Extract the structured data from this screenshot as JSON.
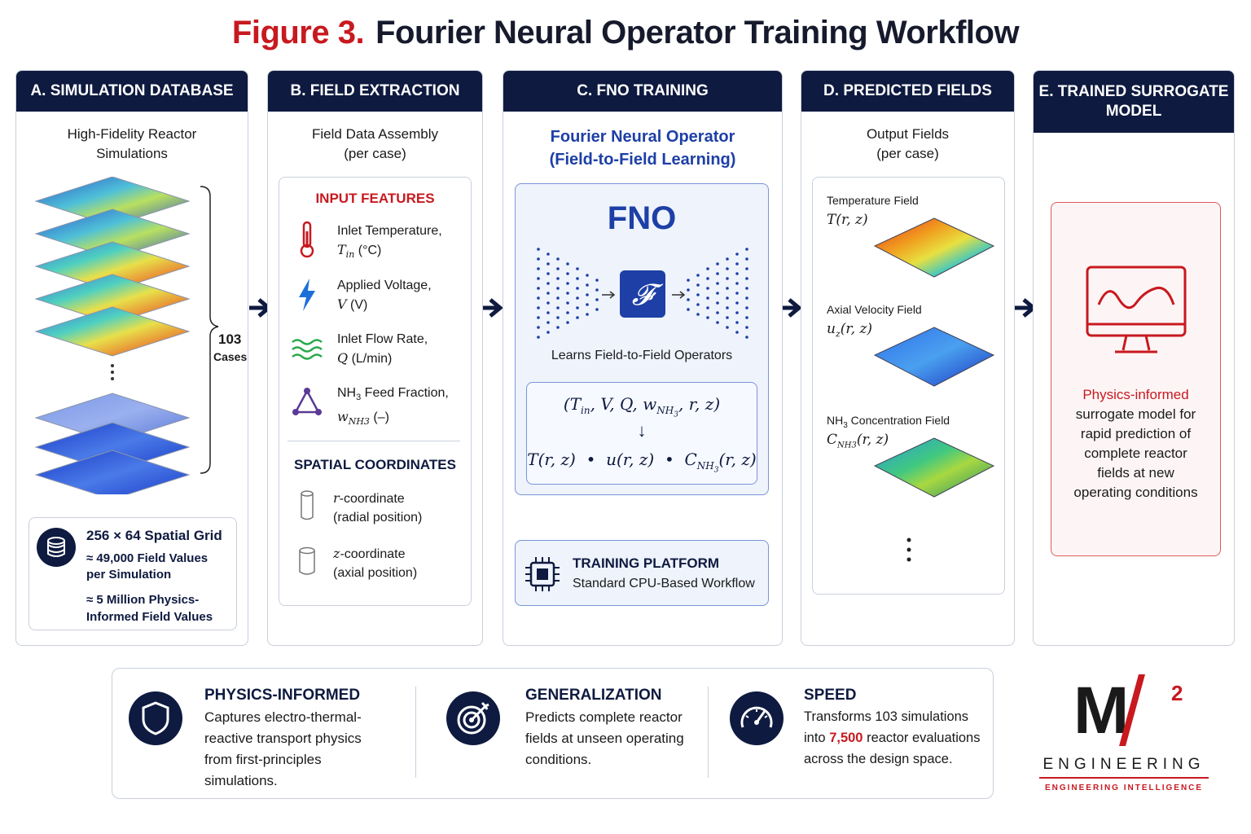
{
  "title": {
    "figure": "Figure 3.",
    "main": "Fourier Neural Operator Training Workflow"
  },
  "panels": {
    "a": {
      "header": "A. SIMULATION DATABASE",
      "subtitle1": "High-Fidelity Reactor",
      "subtitle2": "Simulations",
      "cases_count": "103",
      "cases_label": "Cases",
      "grid_title": "256 × 64 Spatial Grid",
      "grid_line1": "≈ 49,000 Field Values",
      "grid_line2": "per Simulation",
      "grid_line3": "≈ 5 Million Physics-",
      "grid_line4": "Informed Field Values"
    },
    "b": {
      "header": "B. FIELD EXTRACTION",
      "subtitle1": "Field Data Assembly",
      "subtitle2": "(per case)",
      "input_head": "INPUT FEATURES",
      "inputs": [
        {
          "name": "Inlet Temperature,",
          "sym": "T",
          "sub": "in",
          "unit": "(°C)",
          "icon": "thermometer-icon"
        },
        {
          "name": "Applied Voltage,",
          "sym": "V",
          "sub": "",
          "unit": "(V)",
          "icon": "lightning-icon"
        },
        {
          "name": "Inlet Flow Rate,",
          "sym": "Q",
          "sub": "",
          "unit": "(L/min)",
          "icon": "flow-waves-icon"
        },
        {
          "name_pre": "NH",
          "name_sub": "3",
          "name_post": " Feed Fraction,",
          "sym": "w",
          "sub": "NH3",
          "unit": "(–)",
          "icon": "molecule-icon"
        }
      ],
      "spatial_head": "SPATIAL COORDINATES",
      "coords": [
        {
          "sym": "r",
          "rest": "-coordinate",
          "desc": "(radial position)",
          "icon": "cylinder-icon"
        },
        {
          "sym": "z",
          "rest": "-coordinate",
          "desc": "(axial position)",
          "icon": "cylinder-icon"
        }
      ]
    },
    "c": {
      "header": "C. FNO TRAINING",
      "subtitle1": "Fourier Neural Operator",
      "subtitle2": "(Field-to-Field Learning)",
      "fno": "FNO",
      "fno_glyph": "𝓕",
      "learns": "Learns Field-to-Field Operators",
      "platform_title": "TRAINING PLATFORM",
      "platform_sub": "Standard CPU-Based Workflow"
    },
    "d": {
      "header": "D. PREDICTED FIELDS",
      "subtitle1": "Output Fields",
      "subtitle2": "(per case)",
      "fields": [
        {
          "label": "Temperature Field",
          "sym": "T(r, z)"
        },
        {
          "label": "Axial Velocity Field",
          "sym": "u",
          "sym_sub": "z",
          "sym_rest": "(r, z)"
        },
        {
          "label_pre": "NH",
          "label_sub": "3",
          "label_post": " Concentration Field",
          "sym": "C",
          "sym_sub": "NH3",
          "sym_rest": "(r, z)"
        }
      ]
    },
    "e": {
      "header_line1": "E. TRAINED SURROGATE",
      "header_line2": "MODEL",
      "text_red": "Physics-informed",
      "text_lines": [
        "surrogate model for",
        "rapid prediction of",
        "complete reactor",
        "fields at new",
        "operating conditions"
      ]
    }
  },
  "benefits": [
    {
      "title": "PHYSICS-INFORMED",
      "lines": [
        "Captures electro-thermal-",
        "reactive transport physics",
        "from first-principles",
        "simulations."
      ],
      "icon": "shield-icon"
    },
    {
      "title": "GENERALIZATION",
      "lines": [
        "Predicts complete reactor",
        "fields at unseen operating",
        "conditions."
      ],
      "icon": "target-icon"
    },
    {
      "title": "SPEED",
      "line1": "Transforms 103 simulations",
      "line2_pre": "into ",
      "line2_hl": "7,500",
      "line2_post": " reactor evaluations",
      "line3": "across the design space.",
      "icon": "speedometer-icon"
    }
  ],
  "logo": {
    "mark": "M",
    "sup": "2",
    "word": "ENGINEERING",
    "tag": "ENGINEERING INTELLIGENCE"
  },
  "colors": {
    "navy": "#0e1a3f",
    "red": "#c8191f",
    "accent_blue": "#1d3fa6"
  }
}
